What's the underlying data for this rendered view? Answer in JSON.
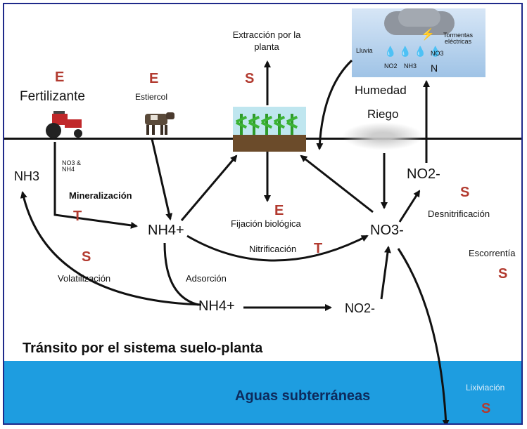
{
  "labels": {
    "extraccion": "Extracción por la planta",
    "fertilizante": "Fertilizante",
    "estiercol": "Estiercol",
    "humedad": "Humedad",
    "riego": "Riego",
    "lluvia": "Lluvia",
    "tormentas": "Tormentas eléctricas",
    "rain_no3": "NO3",
    "rain_no2": "NO2",
    "rain_nh3": "NH3",
    "rain_n": "N",
    "nh3": "NH3",
    "no3_nh4_small": "NO3 & NH4",
    "mineralizacion": "Mineralización",
    "nh4_plus": "NH4+",
    "fijacion": "Fijación biológica",
    "nitrificacion": "Nitrificación",
    "no3_minus": "NO3-",
    "no2_minus_top": "NO2-",
    "desnitrificacion": "Desnitrificación",
    "escorrentia": "Escorrentía",
    "volatilizacion": "Volatilización",
    "adsorcion": "Adsorción",
    "nh4_plus_bottom": "NH4+",
    "no2_bottom": "NO2-",
    "transito": "Tránsito por el sistema suelo-planta",
    "aguas": "Aguas subterráneas",
    "lixiviacion": "Lixiviación"
  },
  "markers": {
    "E1": "E",
    "E2": "E",
    "S_plant": "S",
    "T_mineral": "T",
    "E_fijacion": "E",
    "T_nitrif": "T",
    "S_volat": "S",
    "S_desnitr": "S",
    "S_escorr": "S",
    "S_lix": "S"
  },
  "colors": {
    "marker": "#b23a2f",
    "water": "#1e9de0",
    "frame": "#1f2a8a"
  }
}
